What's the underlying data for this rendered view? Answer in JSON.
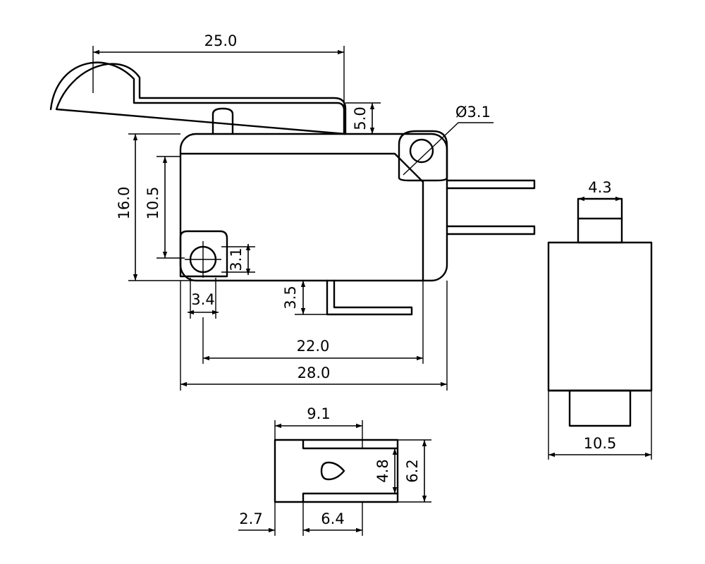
{
  "dimensions": {
    "lever_length": "25.0",
    "lever_height": "5.0",
    "mount_hole_diameter": "Ø3.1",
    "body_height": "16.0",
    "hole_spacing_vertical": "10.5",
    "hole_diameter": "3.1",
    "hole_offset": "3.4",
    "terminal_offset": "3.5",
    "hole_spacing_horizontal": "22.0",
    "body_length": "28.0",
    "plunger_width": "4.3",
    "body_width": "10.5",
    "terminal_length": "9.1",
    "terminal_slot_length": "6.4",
    "terminal_tip": "2.7",
    "terminal_slot_width": "4.8",
    "terminal_width": "6.2"
  }
}
